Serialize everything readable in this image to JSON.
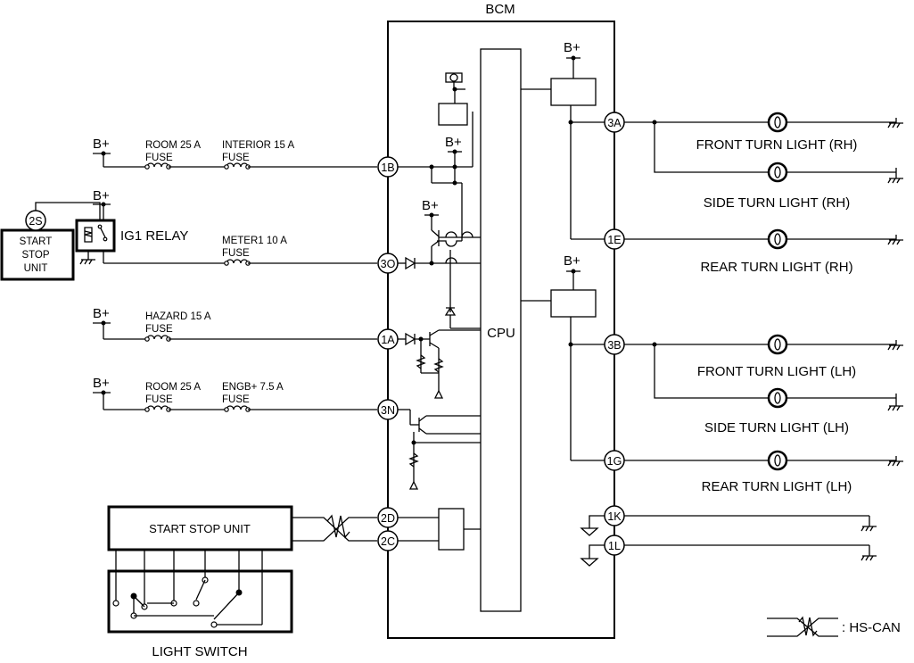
{
  "bcm": {
    "title": "BCM",
    "cpu": "CPU"
  },
  "supply": "B+",
  "fuses": {
    "room1": [
      "ROOM 25 A",
      "FUSE"
    ],
    "interior": [
      "INTERIOR 15 A",
      "FUSE"
    ],
    "meter": [
      "METER1 10 A",
      "FUSE"
    ],
    "hazard": [
      "HAZARD 15 A",
      "FUSE"
    ],
    "room2": [
      "ROOM 25 A",
      "FUSE"
    ],
    "engb": [
      "ENGB+ 7.5 A",
      "FUSE"
    ]
  },
  "relay": "IG1 RELAY",
  "ssu_small": {
    "pin": "2S",
    "lines": [
      "START",
      "STOP",
      "UNIT"
    ]
  },
  "ssu": "START STOP UNIT",
  "light_switch": "LIGHT SWITCH",
  "hs_can": ": HS-CAN",
  "left_pins": [
    "1B",
    "3O",
    "1A",
    "3N",
    "2D",
    "2C"
  ],
  "right_pins": [
    "3A",
    "1E",
    "3B",
    "1G",
    "1K",
    "1L"
  ],
  "lights": {
    "front_rh": "FRONT TURN LIGHT (RH)",
    "side_rh": "SIDE TURN LIGHT (RH)",
    "rear_rh": "REAR TURN LIGHT (RH)",
    "front_lh": "FRONT TURN LIGHT (LH)",
    "side_lh": "SIDE TURN LIGHT (LH)",
    "rear_lh": "REAR TURN LIGHT (LH)"
  }
}
